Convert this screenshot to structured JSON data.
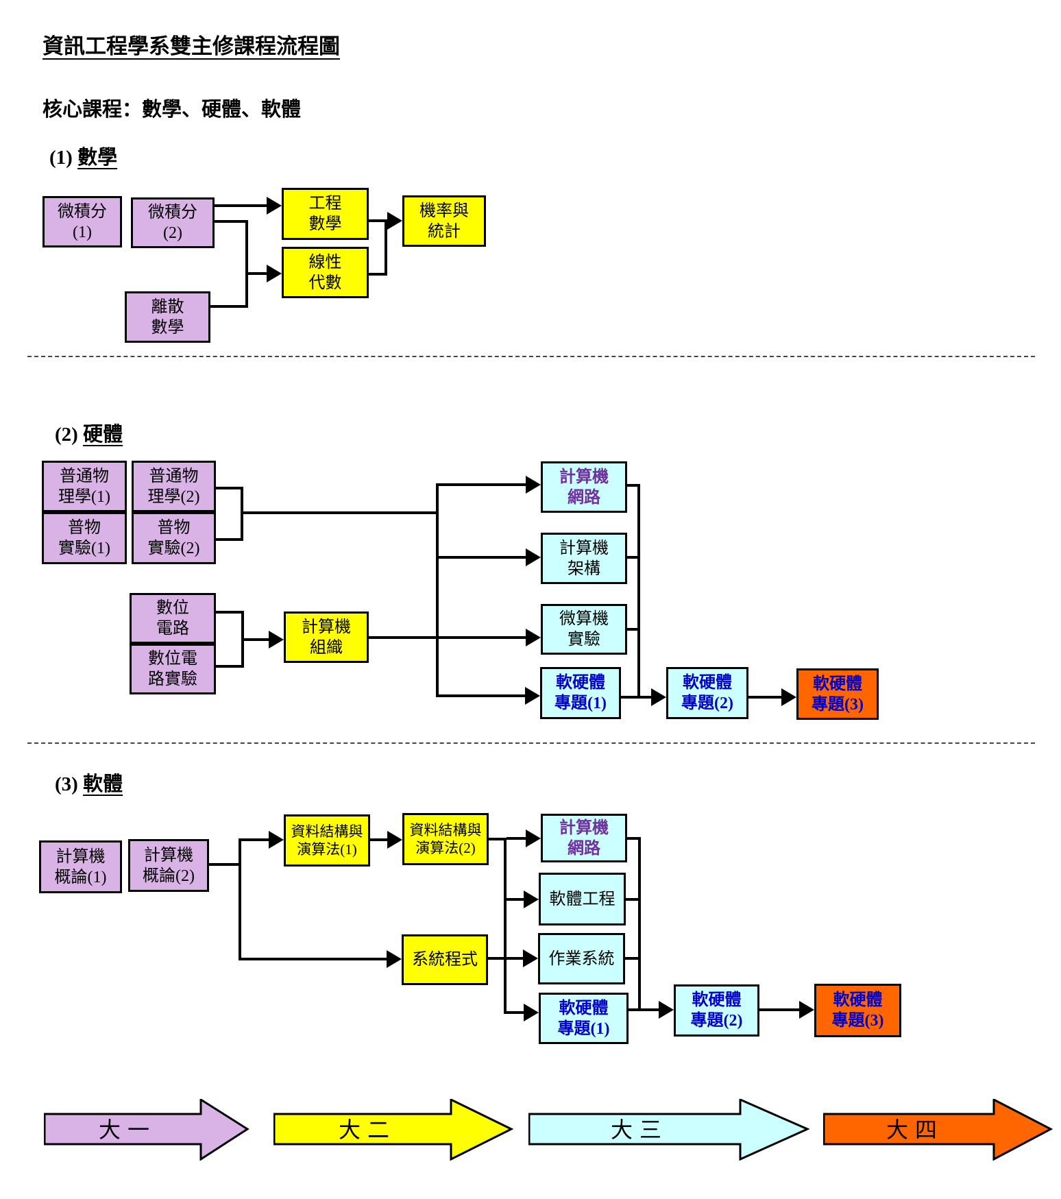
{
  "title": "資訊工程學系雙主修課程流程圖",
  "subtitle": "核心課程：數學、硬體、軟體",
  "sections": {
    "math": {
      "num": "(1)",
      "name": "數學"
    },
    "hardware": {
      "num": "(2)",
      "name": "硬體"
    },
    "software": {
      "num": "(3)",
      "name": "軟體"
    }
  },
  "boxes": {
    "m_calc1": "微積分\n(1)",
    "m_calc2": "微積分\n(2)",
    "m_discrete": "離散\n數學",
    "m_engmath": "工程\n數學",
    "m_linalg": "線性\n代數",
    "m_prob": "機率與\n統計",
    "h_phys1": "普通物\n理學(1)",
    "h_phys2": "普通物\n理學(2)",
    "h_physlab1": "普物\n實驗(1)",
    "h_physlab2": "普物\n實驗(2)",
    "h_digital": "數位\n電路",
    "h_digitallab": "數位電\n路實驗",
    "h_org": "計算機\n組織",
    "h_network": "計算機\n網路",
    "h_arch": "計算機\n架構",
    "h_microlab": "微算機\n實驗",
    "h_proj1": "軟硬體\n專題(1)",
    "h_proj2": "軟硬體\n專題(2)",
    "h_proj3": "軟硬體\n專題(3)",
    "s_intro1": "計算機\n概論(1)",
    "s_intro2": "計算機\n概論(2)",
    "s_ds1": "資料結構與\n演算法(1)",
    "s_ds2": "資料結構與\n演算法(2)",
    "s_sysprog": "系統程式",
    "s_network": "計算機\n網路",
    "s_se": "軟體工程",
    "s_os": "作業系統",
    "s_proj1": "軟硬體\n專題(1)",
    "s_proj2": "軟硬體\n專題(2)",
    "s_proj3": "軟硬體\n專題(3)"
  },
  "years": {
    "y1": "大一",
    "y2": "大二",
    "y3": "大三",
    "y4": "大四"
  },
  "colors": {
    "year1_purple": "#D9B3E6",
    "year2_yellow": "#FFFF00",
    "year3_cyan": "#CCFFFF",
    "year4_orange": "#FF6600",
    "network_text": "#7030A0",
    "project_text": "#0000CC",
    "line_black": "#000000"
  }
}
